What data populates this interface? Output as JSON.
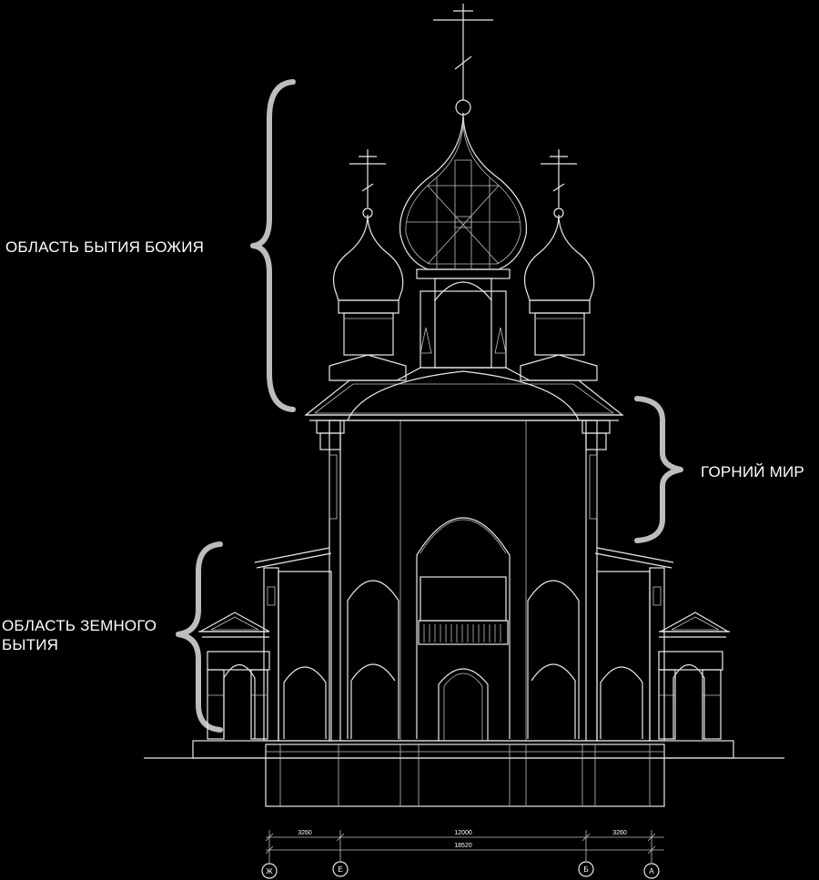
{
  "labels": {
    "divine_region": "ОБЛАСТЬ БЫТИЯ БОЖИЯ",
    "heavenly_world": "ГОРНИЙ МИР",
    "earthly_region_line1": "ОБЛАСТЬ ЗЕМНОГО",
    "earthly_region_line2": "БЫТИЯ"
  },
  "dimensions": {
    "left_span": "3260",
    "center_span": "12000",
    "right_span": "3260",
    "total_span": "18520"
  },
  "axes": [
    "Ж",
    "Е",
    "Б",
    "А"
  ],
  "colors": {
    "background": "#000000",
    "lines": "#e8e8e8",
    "braces": "#bdbdbd"
  }
}
